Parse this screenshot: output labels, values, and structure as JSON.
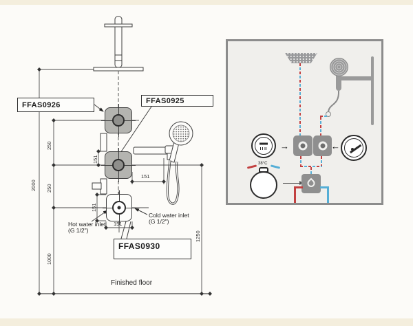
{
  "drawing": {
    "part_labels": {
      "ffas0926": "FFAS0926",
      "ffas0925": "FFAS0925",
      "ffas0930": "FFAS0930"
    },
    "annotations": {
      "hot_inlet_line1": "Hot water inlet",
      "hot_inlet_line2": "(G 1/2\")",
      "cold_inlet_line1": "Cold water inlet",
      "cold_inlet_line2": "(G 1/2\")",
      "finished_floor": "Finished floor"
    },
    "dimensions": {
      "overall_height": "2000",
      "head_to_valve": "250",
      "valve_to_valve": "250",
      "valve_to_floor": "1000",
      "outlet_height": "1250",
      "plate_size": "151"
    }
  },
  "schematic": {
    "temperature": "38°C",
    "icons": {
      "arrow_right": "→",
      "arrow_left": "←"
    },
    "colors": {
      "hot": "#c24040",
      "cold": "#55aed6",
      "fixture": "#9a9a9a",
      "panel_border": "#8c8c8c"
    }
  }
}
